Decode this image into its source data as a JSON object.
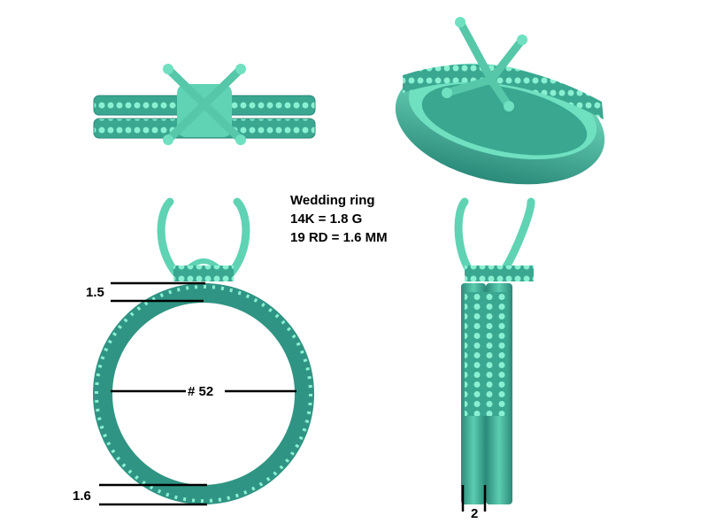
{
  "title": "Wedding ring",
  "specs": [
    "14K = 1.8 G",
    "19 RD = 1.6 MM"
  ],
  "dimensions": {
    "shank_top": "1.5",
    "ring_size": "# 52",
    "shank_bottom": "1.6",
    "band_width": "2"
  },
  "colors": {
    "metal_dark": "#2f9483",
    "metal_light": "#72e3c4",
    "line": "#000000"
  }
}
